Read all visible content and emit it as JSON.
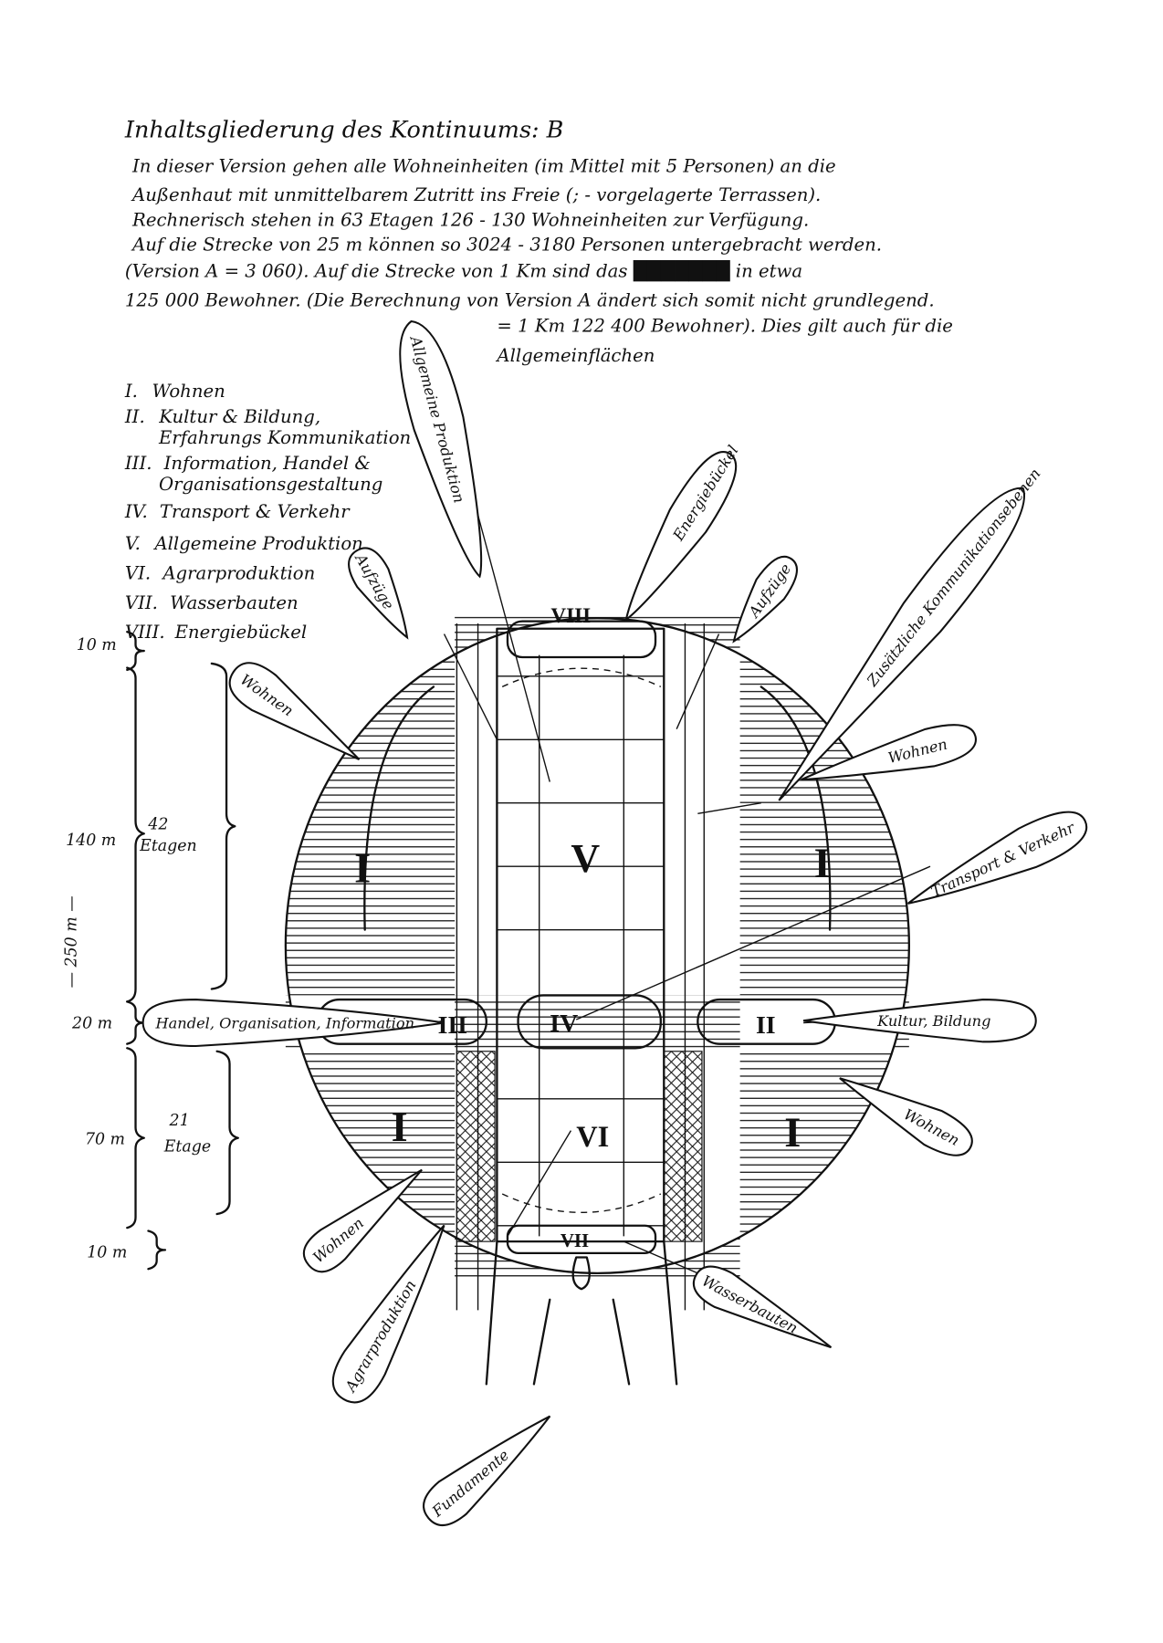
{
  "title": "Inhaltsgliederung des Kontinuums: B",
  "paragraph": [
    "In dieser Version gehen alle Wohneinheiten (im Mittel mit 5 Personen) an die",
    "Außenhaut mit unmittelbarem Zutritt ins Freie (; - vorgelagerte Terrassen).",
    "Rechnerisch stehen in 63 Etagen 126 - 130 Wohneinheiten zur Verfügung.",
    "Auf die Strecke von 25 m können so 3024 - 3180 Personen untergebracht werden.",
    "(Version A = 3 060). Auf die Strecke von 1 Km sind das ███████ in etwa",
    "125 000 Bewohner. (Die Berechnung von Version A ändert sich somit nicht grundlegend.",
    "= 1 Km   122 400 Bewohner). Dies gilt auch für die",
    "Allgemeinflächen"
  ],
  "legend": [
    {
      "num": "I.",
      "label": "Wohnen"
    },
    {
      "num": "II.",
      "label": "Kultur & Bildung,",
      "label2": "Erfahrungs Kommunikation"
    },
    {
      "num": "III.",
      "label": "Information, Handel &",
      "label2": "Organisationsgestaltung"
    },
    {
      "num": "IV.",
      "label": "Transport & Verkehr"
    },
    {
      "num": "V.",
      "label": "Allgemeine Produktion"
    },
    {
      "num": "VI.",
      "label": "Agrarproduktion"
    },
    {
      "num": "VII.",
      "label": "Wasserbauten"
    },
    {
      "num": "VIII.",
      "label": "Energiebückel"
    }
  ],
  "dimensions": {
    "top": "10 m",
    "upper": "140 m",
    "upper_floors_num": "42",
    "upper_floors": "Etagen",
    "total": "— 250 m —",
    "middle": "20 m",
    "lower": "70 m",
    "lower_floors_num": "21",
    "lower_floors": "Etage",
    "bottom": "10 m"
  },
  "zones": {
    "upper_left": "I",
    "upper_right": "I",
    "lower_left": "I",
    "lower_right": "I",
    "core_upper": "V",
    "core_lower": "VI",
    "pod_left": "III",
    "pod_center": "IV",
    "pod_right": "II",
    "top": "VIII",
    "bottom": "VII"
  },
  "balloons": {
    "allg_produktion": "Allgemeine Produktion",
    "energie": "Energiebückel",
    "aufzuege_left": "Aufzüge",
    "aufzuege_right": "Aufzüge",
    "kommunikation": "Zusätzliche Kommunikationsebenen",
    "wohnen_ul": "Wohnen",
    "wohnen_ur": "Wohnen",
    "transport": "Transport & Verkehr",
    "handel": "Handel, Organisation, Information",
    "kultur": "Kultur, Bildung",
    "wohnen_lr": "Wohnen",
    "wohnen_ll": "Wohnen",
    "agrar": "Agrarproduktion",
    "wasser": "Wasserbauten",
    "fundamente": "Fundamente"
  }
}
